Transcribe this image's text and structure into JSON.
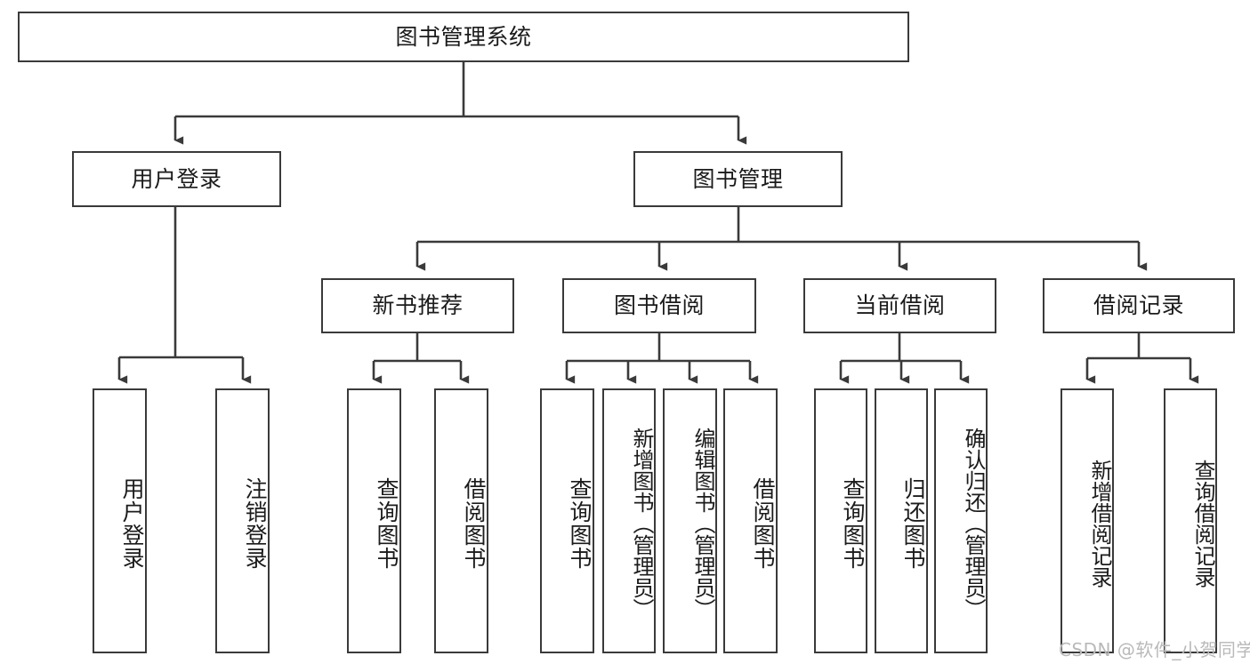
{
  "diagram": {
    "type": "tree",
    "title": "图书管理系统",
    "orientation": "top-down",
    "colors": {
      "box_border": "#3a3a3a",
      "box_fill": "#ffffff",
      "connector": "#3a3a3a",
      "text": "#1b1b1b",
      "watermark": "#b9b9b9"
    },
    "nodes": {
      "root": {
        "label": "图书管理系统"
      },
      "level2": [
        {
          "id": "user-login",
          "label": "用户登录"
        },
        {
          "id": "book-manage",
          "label": "图书管理"
        }
      ],
      "level3": [
        {
          "id": "new-book-recommend",
          "label": "新书推荐"
        },
        {
          "id": "book-borrow",
          "label": "图书借阅"
        },
        {
          "id": "current-borrow",
          "label": "当前借阅"
        },
        {
          "id": "borrow-record",
          "label": "借阅记录"
        }
      ],
      "leaves": {
        "user-login": [
          {
            "id": "leaf-user-login",
            "label": "用户登录"
          },
          {
            "id": "leaf-logout-login",
            "label": "注销登录"
          }
        ],
        "new-book-recommend": [
          {
            "id": "leaf-query-book-1",
            "label": "查询图书"
          },
          {
            "id": "leaf-borrow-book-1",
            "label": "借阅图书"
          }
        ],
        "book-borrow": [
          {
            "id": "leaf-query-book-2",
            "label": "查询图书"
          },
          {
            "id": "leaf-add-book",
            "label": "新增图书（管理员）"
          },
          {
            "id": "leaf-edit-book",
            "label": "编辑图书（管理员）"
          },
          {
            "id": "leaf-borrow-book-2",
            "label": "借阅图书"
          }
        ],
        "current-borrow": [
          {
            "id": "leaf-query-book-3",
            "label": "查询图书"
          },
          {
            "id": "leaf-return-book",
            "label": "归还图书"
          },
          {
            "id": "leaf-confirm-return",
            "label": "确认归还（管理员）"
          }
        ],
        "borrow-record": [
          {
            "id": "leaf-add-record",
            "label": "新增借阅记录"
          },
          {
            "id": "leaf-query-record",
            "label": "查询借阅记录"
          }
        ]
      }
    }
  },
  "watermark": {
    "text": "CSDN @软件_小贺同学"
  }
}
